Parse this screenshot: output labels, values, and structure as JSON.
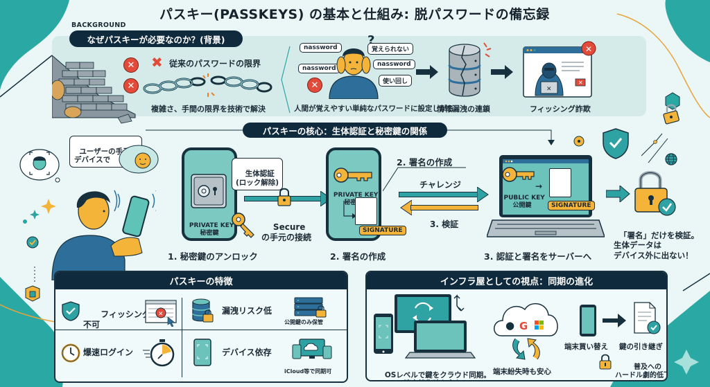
{
  "title": "パスキー(PASSKEYS) の基本と仕組み: 脱パスワードの備忘録",
  "background_section": {
    "eyebrow": "BACKGROUND",
    "heading": "なぜパスキーが必要なのか？(背景)",
    "limit_title": "従来のパスワードの限界",
    "limit_caption": "複雑さ、手間の限界を技術で解決",
    "bubbles": [
      "nassword",
      "nassword",
      "覚えられない",
      "nassword",
      "使い回し"
    ],
    "human_caption": "人間が覚えやすい単純なパスワードに設定しがち",
    "leak_caption": "情報漏洩の連鎖",
    "phishing_caption": "フィッシング詐欺"
  },
  "core_section": {
    "heading": "パスキーの核心：生体認証と秘密鍵の関係",
    "user_bubble": "ユーザーの手元の\nデバイスで",
    "biometric_bubble": "生体認証\n(ロック解除)",
    "private_key_label": "PRIVATE KEY\n秘密鍵",
    "secure_label": "Secure\nの手元の接続",
    "step1": "1. 秘密鍵のアンロック",
    "step2_top": "2. 署名の作成",
    "step2_bottom": "2. 署名の作成",
    "signature": "SIGNATURE",
    "challenge": "チャレンジ",
    "verify": "3. 検証",
    "public_key_label": "PUBLIC KEY\n公開鍵",
    "step3": "3. 認証と署名をサーバーへ",
    "note": "「署名」だけを検証。\n生体データは\nデバイス外に出ない！"
  },
  "features": {
    "heading": "パスキーの特徴",
    "items": [
      {
        "icon": "shield-check-icon",
        "label": "フィッシング\n不可",
        "illustration": "phishing-window-icon",
        "caption": ""
      },
      {
        "icon": "database-lock-icon",
        "label": "漏洩リスク低",
        "illustration": "server-lock-icon",
        "caption": "公開鍵のみ保管"
      },
      {
        "icon": "clock-icon",
        "label": "爆速ログイン",
        "illustration": "stopwatch-icon",
        "caption": ""
      },
      {
        "icon": "tablet-faceid-icon",
        "label": "デバイス依存",
        "illustration": "devices-cloud-icon",
        "caption": "iCloud等で同期可"
      }
    ]
  },
  "infra": {
    "heading": "インフラ屋としての視点：同期の進化",
    "os_sync_caption": "OSレベルで鍵をクラウド同期。\n端末紛失時も安心",
    "cloud_caption": "端末紛失時も安心",
    "providers": [
      "Apple",
      "Google",
      "Microsoft"
    ],
    "replace_device": "端末買い替え",
    "key_transfer": "鍵の引き継ぎ",
    "adoption": "普及への\nハードル劇的低下"
  },
  "colors": {
    "navy": "#0f2a3d",
    "teal": "#2fa3a3",
    "orange": "#f4b43a",
    "red": "#e24b3a",
    "background": "#eaf7f6"
  }
}
